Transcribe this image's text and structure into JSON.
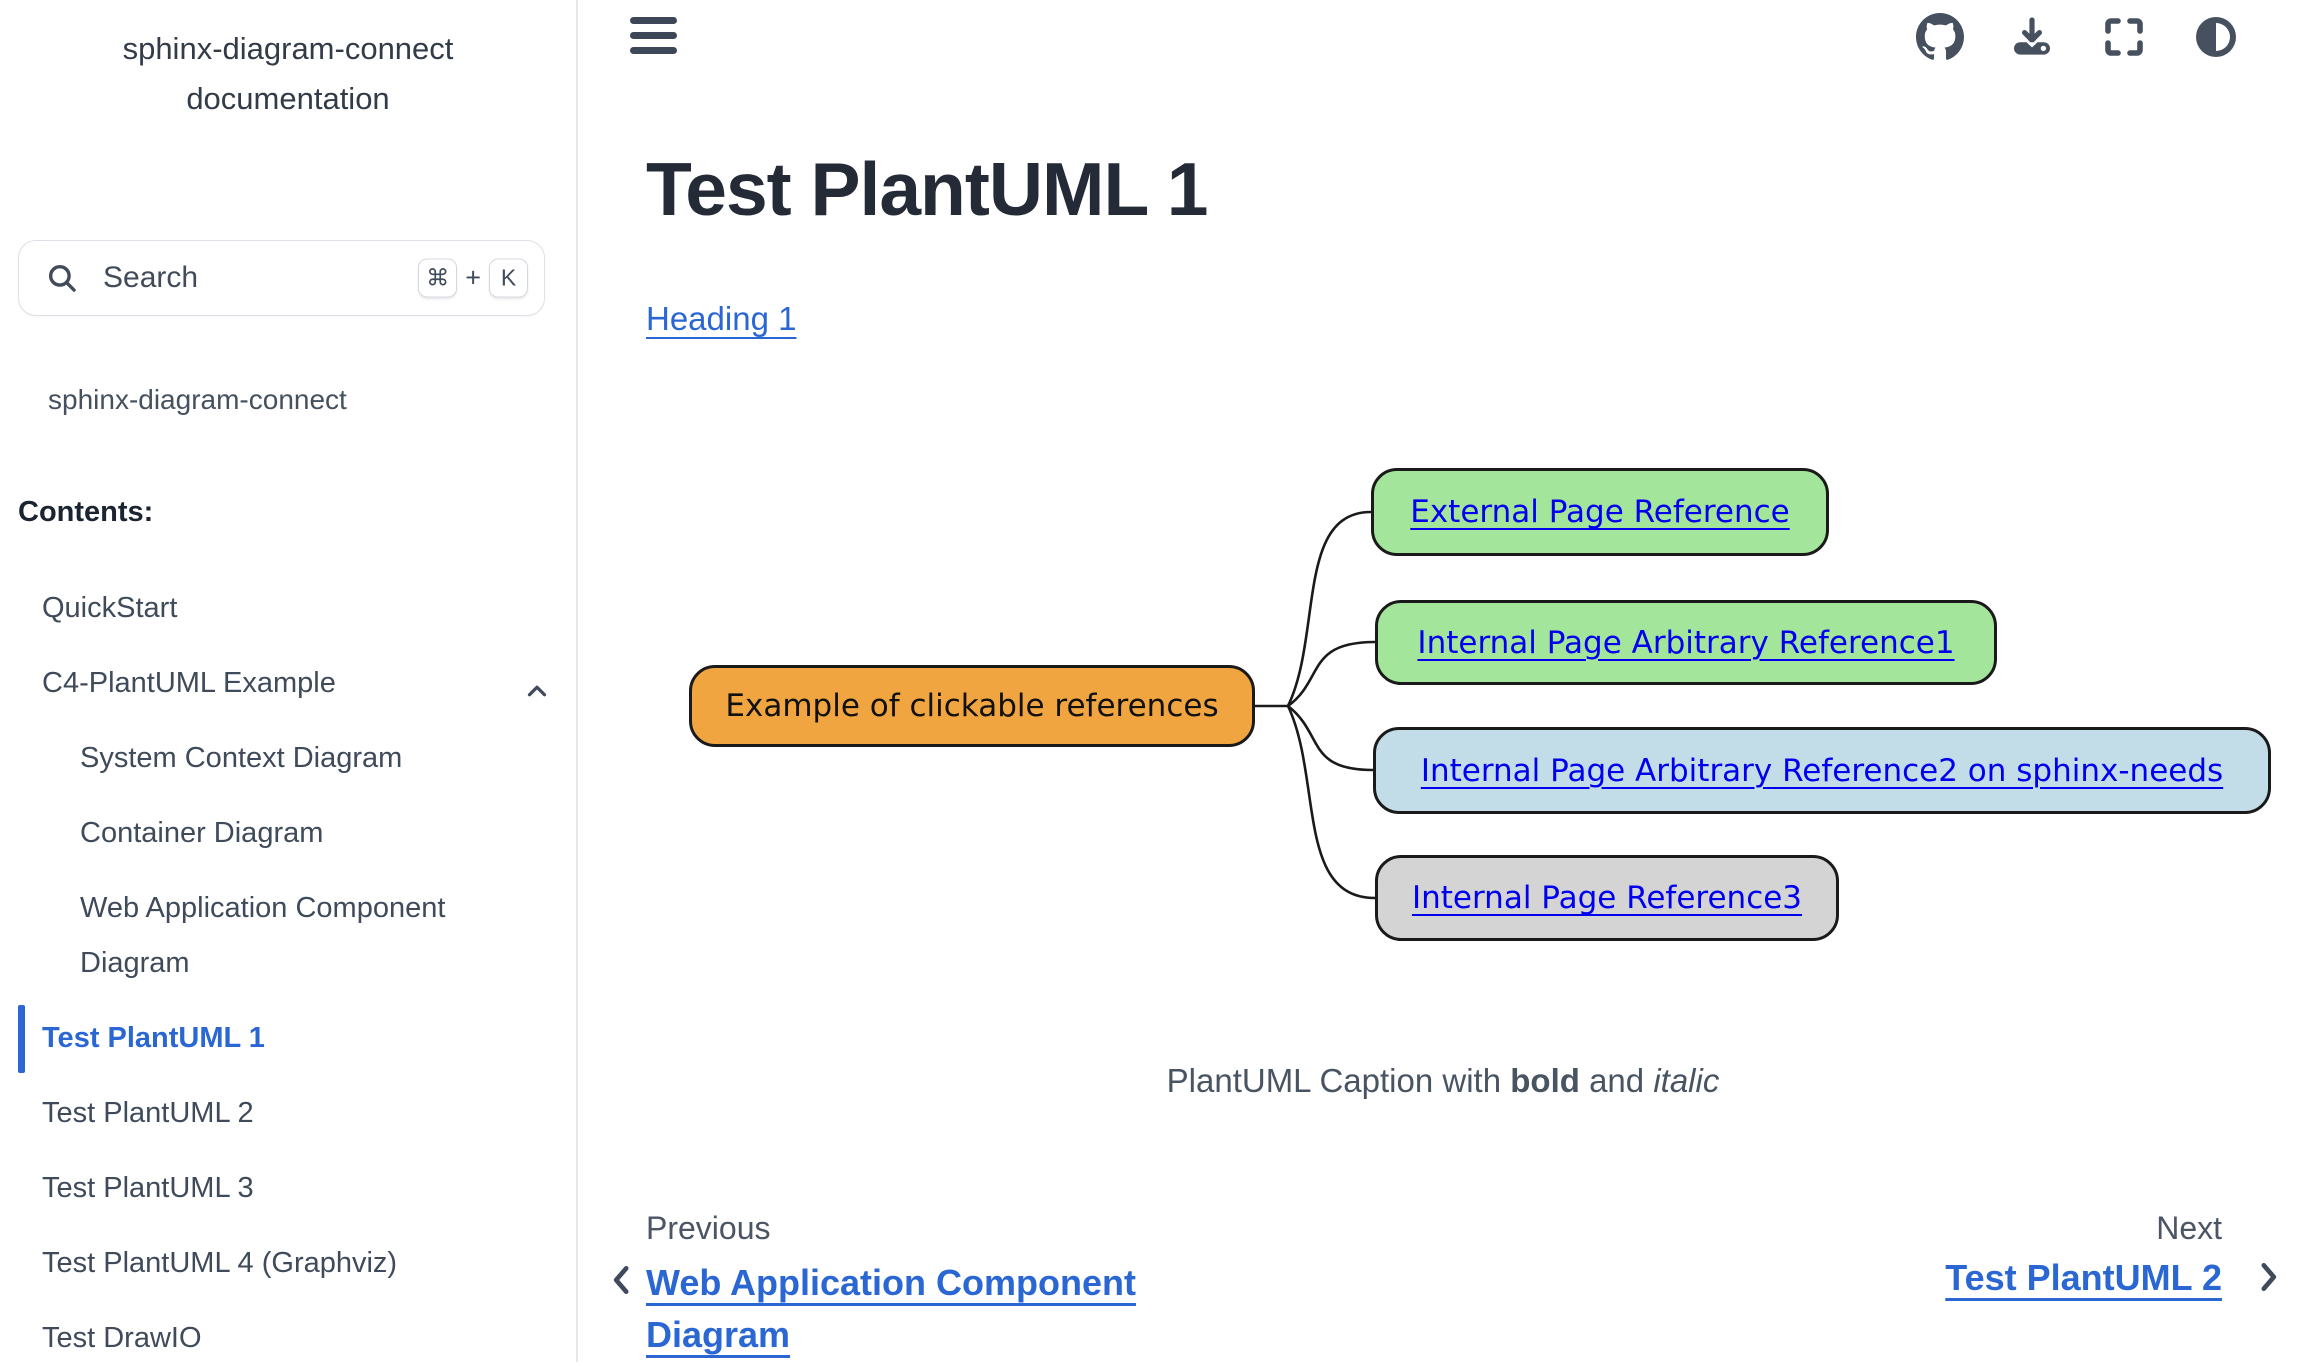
{
  "colors": {
    "accent_blue": "#2B67D3",
    "text_dark": "#242B37",
    "text_slate": "#3F4A5A",
    "diagram_link_blue": "#0000EE",
    "node_border": "#1A1A1A",
    "node_orange": "#F0A541",
    "node_green": "#A3E69B",
    "node_lightblue": "#C3DDE8",
    "node_gray": "#D4D4D4"
  },
  "sidebar": {
    "title": "sphinx-diagram-connect documentation",
    "search": {
      "placeholder": "Search",
      "key_cmd": "⌘",
      "key_plus": "+",
      "key_k": "K"
    },
    "project_link": "sphinx-diagram-connect",
    "contents_label": "Contents:",
    "nav": [
      {
        "label": "QuickStart",
        "level": 1
      },
      {
        "label": "C4-PlantUML Example",
        "level": 1,
        "expanded": true
      },
      {
        "label": "System Context Diagram",
        "level": 2
      },
      {
        "label": "Container Diagram",
        "level": 2
      },
      {
        "label": "Web Application Component Diagram",
        "level": 2
      },
      {
        "label": "Test PlantUML 1",
        "level": 1,
        "active": true
      },
      {
        "label": "Test PlantUML 2",
        "level": 1
      },
      {
        "label": "Test PlantUML 3",
        "level": 1
      },
      {
        "label": "Test PlantUML 4 (Graphviz)",
        "level": 1
      },
      {
        "label": "Test DrawIO",
        "level": 1
      }
    ]
  },
  "header": {
    "icons": [
      "hamburger-icon",
      "github-icon",
      "download-icon",
      "fullscreen-icon",
      "theme-toggle-icon"
    ]
  },
  "main": {
    "page_title": "Test PlantUML 1",
    "section_link": "Heading 1",
    "diagram": {
      "root_label": "Example of clickable references",
      "nodes": [
        {
          "label": "External Page Reference",
          "fill": "green"
        },
        {
          "label": "Internal Page Arbitrary Reference1",
          "fill": "green"
        },
        {
          "label": "Internal Page Arbitrary Reference2 on sphinx-needs",
          "fill": "lightblue"
        },
        {
          "label": "Internal Page Reference3",
          "fill": "gray"
        }
      ]
    },
    "caption": {
      "prefix": "PlantUML Caption with ",
      "bold": "bold",
      "and": " and ",
      "italic": "italic"
    },
    "footer": {
      "previous_label": "Previous",
      "previous_title": "Web Application Component Diagram",
      "next_label": "Next",
      "next_title": "Test PlantUML 2"
    }
  }
}
